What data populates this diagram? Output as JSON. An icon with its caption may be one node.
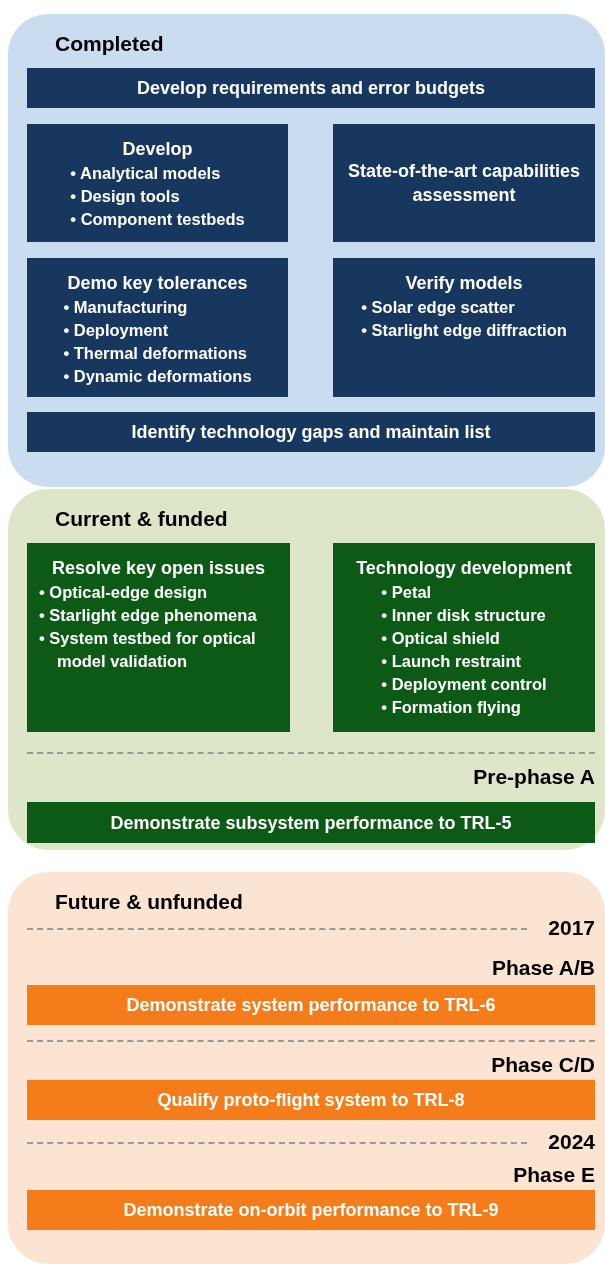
{
  "diagram": {
    "nodes": [
      {
        "text": [
          "Completed"
        ]
      },
      {
        "text": [
          "Develop requirements and error budgets"
        ],
        "in": 0
      },
      {
        "text": [
          "Develop",
          "• Analytical models",
          "• Design tools",
          "• Component testbeds"
        ],
        "in": 0
      },
      {
        "text": [
          "State-of-the-art capabilities assessment"
        ],
        "in": 0
      },
      {
        "text": [
          "Demo key tolerances",
          "• Manufacturing",
          "• Deployment",
          "• Thermal deformations",
          "• Dynamic deformations"
        ],
        "in": 0
      },
      {
        "text": [
          "Verify models",
          "• Solar edge scatter",
          "• Starlight edge diffraction"
        ],
        "in": 0
      },
      {
        "text": [
          "Identify technology gaps and maintain list"
        ],
        "in": 0
      },
      {
        "text": [
          "Current & funded"
        ]
      },
      {
        "text": [
          "Resolve key open issues",
          "• Optical-edge design",
          "• Starlight edge phenomena",
          "• System testbed for optical model validation"
        ],
        "in": 7
      },
      {
        "text": [
          "Technology development",
          "• Petal",
          "• Inner disk structure",
          "• Optical shield",
          "• Launch restraint",
          "• Deployment control",
          "• Formation flying"
        ],
        "in": 7
      },
      {
        "text": [
          "Demonstrate subsystem performance to TRL-5"
        ],
        "in": 7
      },
      {
        "text": [
          "Future & unfunded"
        ]
      },
      {
        "text": [
          "Demonstrate system performance to TRL-6"
        ],
        "in": 11
      },
      {
        "text": [
          "Qualify proto-flight system to TRL-8"
        ],
        "in": 11
      },
      {
        "text": [
          "Demonstrate on-orbit performance to TRL-9"
        ],
        "in": 11
      }
    ],
    "edges": [],
    "labels": [
      "Pre-phase A",
      "2017",
      "Phase A/B",
      "Phase C/D",
      "2024",
      "Phase E"
    ]
  }
}
